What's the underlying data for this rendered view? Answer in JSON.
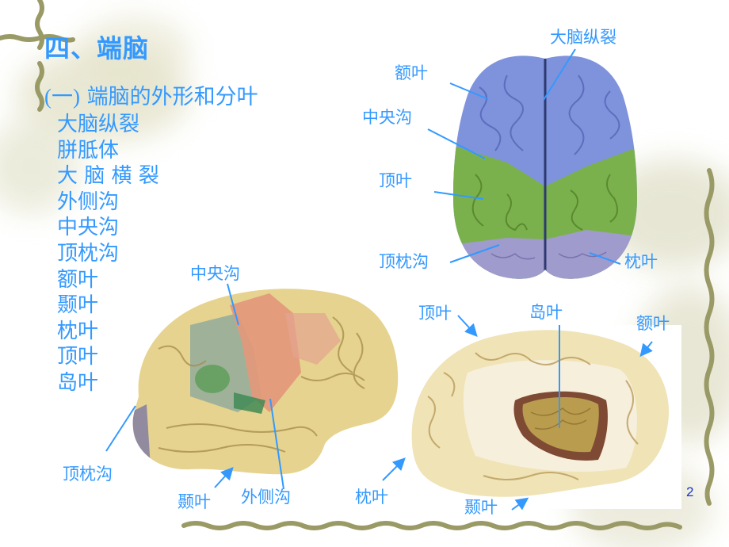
{
  "slide": {
    "title": "四、端脑",
    "subtitle_paren": "(一)",
    "subtitle_text": " 端脑的外形和分叶",
    "page_number": "2",
    "terms": [
      "大脑纵裂",
      "胼胝体",
      "大 脑 横 裂",
      "外侧沟",
      "中央沟",
      "顶枕沟",
      "额叶",
      "颞叶",
      "枕叶",
      "顶叶",
      "岛叶"
    ]
  },
  "figures": {
    "top_view": {
      "labels": {
        "longitudinal_fissure": "大脑纵裂",
        "frontal_lobe": "额叶",
        "central_sulcus": "中央沟",
        "parietal_lobe": "顶叶",
        "parietooccipital_sulcus": "顶枕沟",
        "occipital_lobe": "枕叶"
      }
    },
    "lateral_view": {
      "labels": {
        "central_sulcus": "中央沟",
        "parietooccipital_sulcus": "顶枕沟",
        "temporal_lobe": "颞叶",
        "lateral_sulcus": "外侧沟"
      }
    },
    "insula_view": {
      "labels": {
        "parietal_lobe": "顶叶",
        "insula": "岛叶",
        "frontal_lobe": "额叶",
        "occipital_lobe": "枕叶",
        "temporal_lobe": "颞叶"
      }
    }
  },
  "colors": {
    "text_accent": "#3399ff",
    "page_number": "#1a33cc",
    "vine": "#9a9a66",
    "frontal_blue": "#7d8fd8",
    "parietal_green": "#79b04a",
    "occipital_purple": "#9c98c9",
    "brain_tan": "#e8d596"
  }
}
